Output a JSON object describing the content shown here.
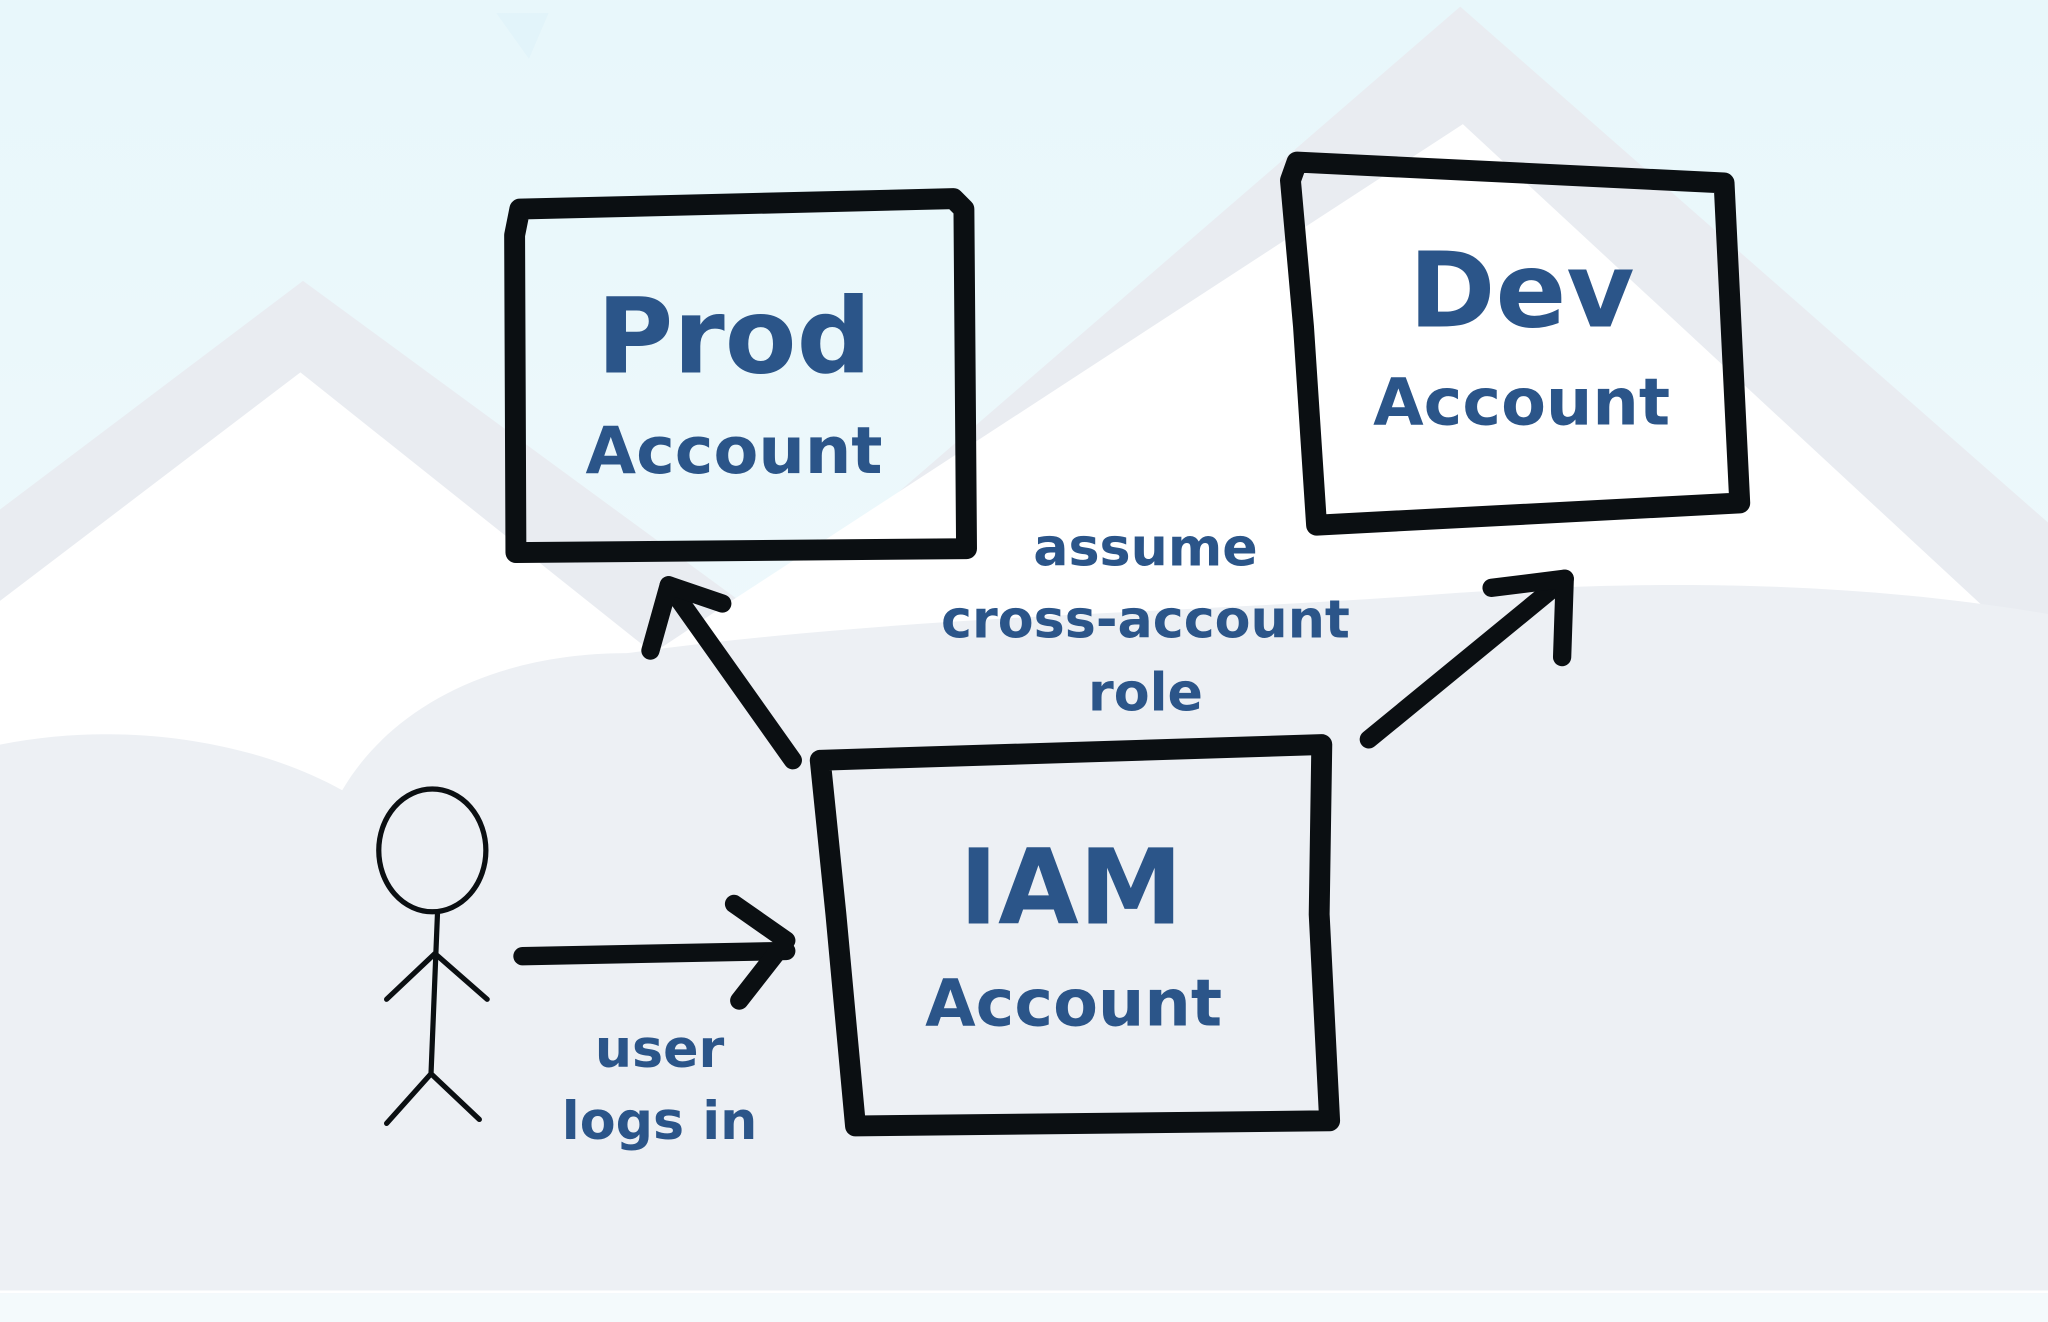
{
  "prod": {
    "title": "Prod",
    "subtitle": "Account"
  },
  "dev": {
    "title": "Dev",
    "subtitle": "Account"
  },
  "iam": {
    "title": "IAM",
    "subtitle": "Account"
  },
  "assume_label": {
    "line1": "assume",
    "line2": "cross-account",
    "line3": "role"
  },
  "login_label": {
    "line1": "user",
    "line2": "logs in"
  },
  "colors": {
    "text": "#2b5589",
    "stroke": "#0b0f12",
    "background": "#eef8fb",
    "mountain": "#e8ecf1"
  }
}
